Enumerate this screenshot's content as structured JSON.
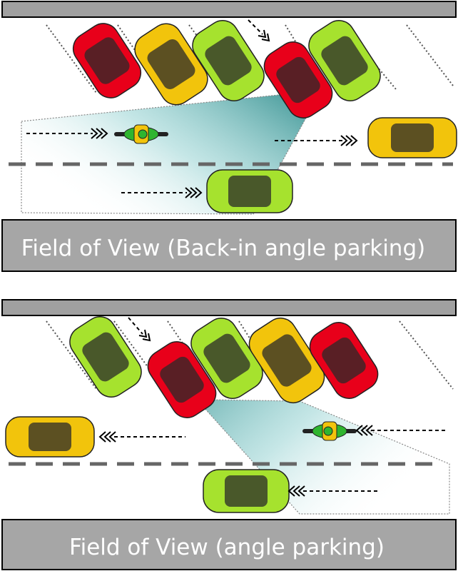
{
  "panels": [
    {
      "caption": "Field of View (Back-in angle parking)"
    },
    {
      "caption": "Field of View (angle parking)"
    }
  ],
  "colors": {
    "curb": "#a0a0a0",
    "caption_bar": "#a6a6a6",
    "lane_dash": "#666666",
    "car_red": "#e8001a",
    "car_yellow": "#f2c40c",
    "car_green": "#a6e22e",
    "motorcycle_rider": "#2fb52f",
    "field_of_view": "#2e8b8b"
  },
  "icons": [
    "car-icon",
    "motorcycle-icon",
    "direction-arrow-icon",
    "field-of-view-cone"
  ]
}
